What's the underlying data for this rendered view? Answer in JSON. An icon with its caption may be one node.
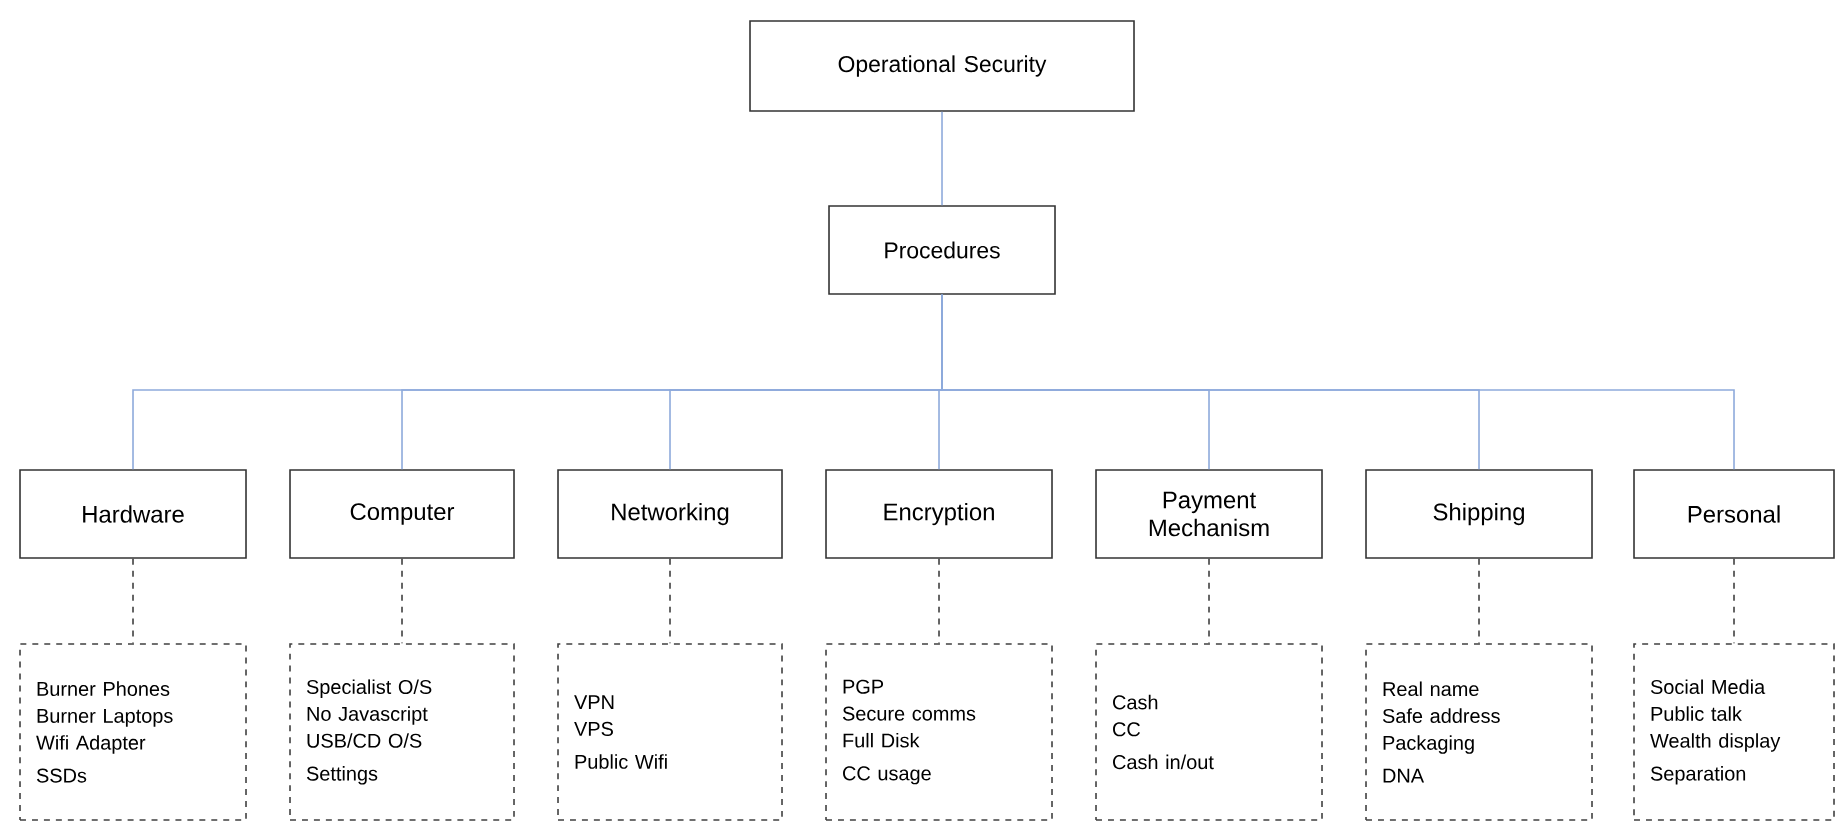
{
  "diagram": {
    "nodes": [
      {
        "text": [
          "Operational Security"
        ]
      },
      {
        "text": [
          "Procedures"
        ]
      },
      {
        "text": [
          "Hardware"
        ]
      },
      {
        "text": [
          "Computer"
        ]
      },
      {
        "text": [
          "Networking"
        ]
      },
      {
        "text": [
          "Encryption"
        ]
      },
      {
        "text": [
          "Payment Mechanism"
        ]
      },
      {
        "text": [
          "Shipping"
        ]
      },
      {
        "text": [
          "Personal"
        ]
      },
      {
        "text": [
          "Burner Phones",
          "Burner Laptops",
          "Wifi Adapter",
          "SSDs"
        ]
      },
      {
        "text": [
          "Specialist O/S",
          "No Javascript",
          "USB/CD O/S",
          "Settings"
        ]
      },
      {
        "text": [
          "VPN",
          "VPS",
          "Public Wifi"
        ]
      },
      {
        "text": [
          "PGP",
          "Secure comms",
          "Full Disk",
          "CC usage"
        ]
      },
      {
        "text": [
          "Cash",
          "CC",
          "Cash in/out"
        ]
      },
      {
        "text": [
          "Real name",
          "Safe address",
          "Packaging",
          "DNA"
        ]
      },
      {
        "text": [
          "Social Media",
          "Public talk",
          "Wealth display",
          "Separation"
        ]
      }
    ],
    "edges": [
      {
        "from": 0,
        "to": 1,
        "arrow": "none"
      },
      {
        "from": 1,
        "to": 2,
        "arrow": "none"
      },
      {
        "from": 1,
        "to": 3,
        "arrow": "none"
      },
      {
        "from": 1,
        "to": 4,
        "arrow": "none"
      },
      {
        "from": 1,
        "to": 5,
        "arrow": "none"
      },
      {
        "from": 1,
        "to": 6,
        "arrow": "none"
      },
      {
        "from": 1,
        "to": 7,
        "arrow": "none"
      },
      {
        "from": 1,
        "to": 8,
        "arrow": "none"
      },
      {
        "from": 2,
        "to": 9,
        "arrow": "none",
        "style": "dashed",
        "color": "#404040"
      },
      {
        "from": 3,
        "to": 10,
        "arrow": "none",
        "style": "dashed",
        "color": "#404040"
      },
      {
        "from": 4,
        "to": 11,
        "arrow": "none",
        "style": "dashed",
        "color": "#404040"
      },
      {
        "from": 5,
        "to": 12,
        "arrow": "none",
        "style": "dashed",
        "color": "#404040"
      },
      {
        "from": 6,
        "to": 13,
        "arrow": "none",
        "style": "dashed",
        "color": "#404040"
      },
      {
        "from": 7,
        "to": 14,
        "arrow": "none",
        "style": "dashed",
        "color": "#404040"
      },
      {
        "from": 8,
        "to": 15,
        "arrow": "none",
        "style": "dashed",
        "color": "#404040"
      }
    ]
  }
}
